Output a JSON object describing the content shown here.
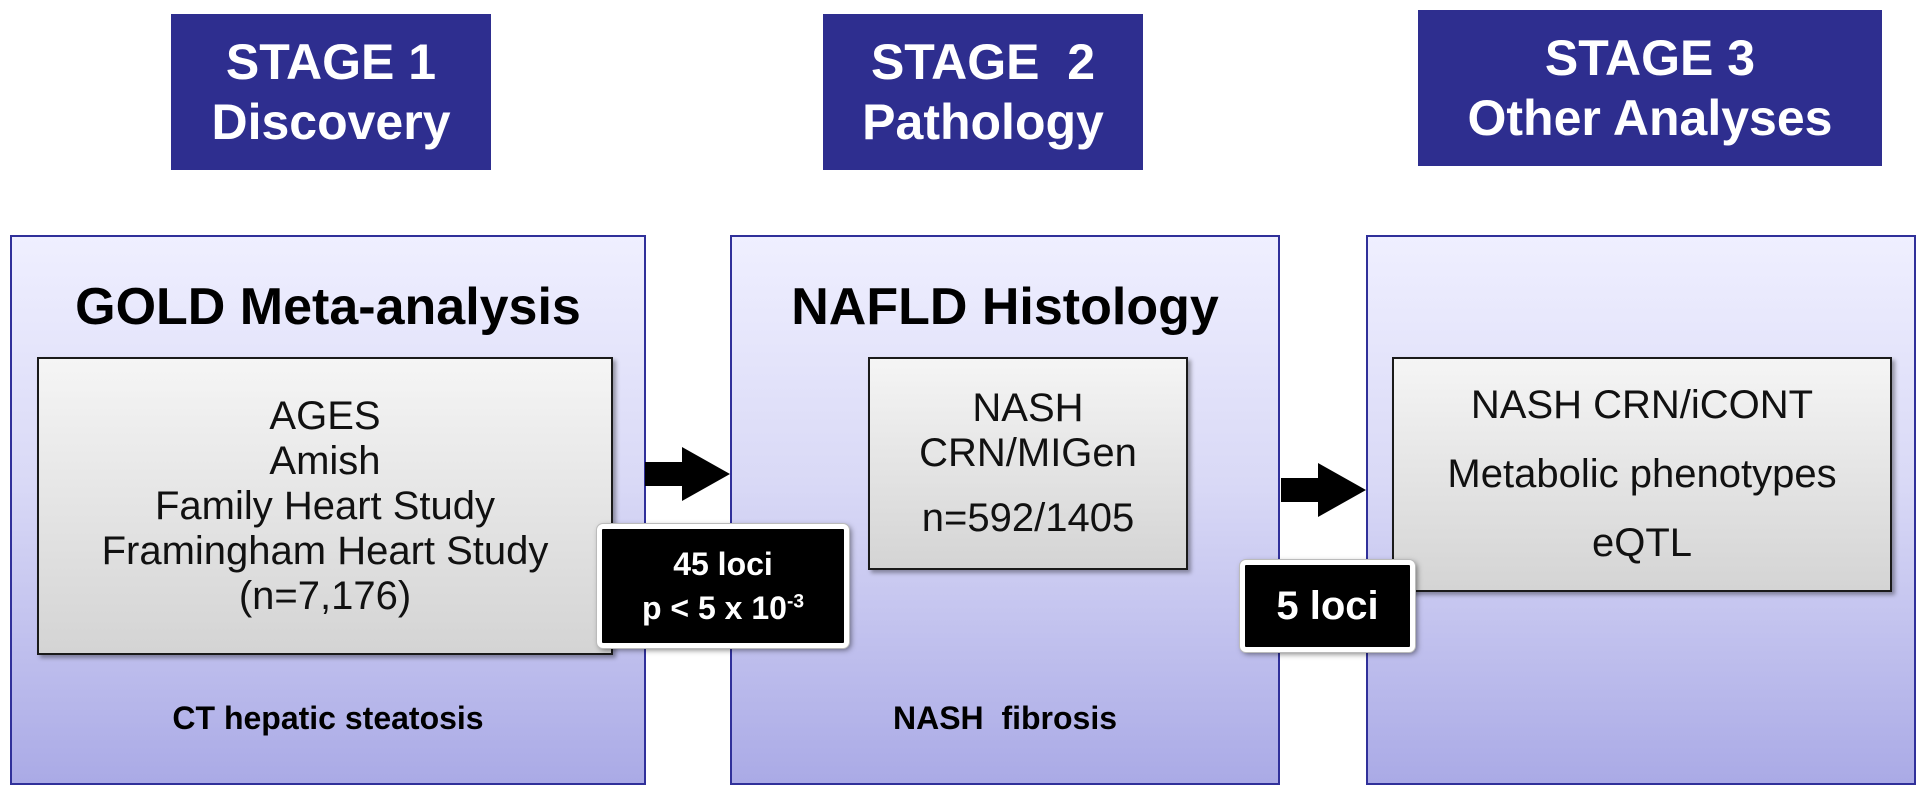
{
  "stages": [
    {
      "number": "STAGE 1",
      "name": "Discovery"
    },
    {
      "number": "STAGE  2",
      "name": "Pathology"
    },
    {
      "number": "STAGE 3",
      "name": "Other Analyses"
    }
  ],
  "panels": [
    {
      "title": "GOLD Meta-analysis",
      "items": [
        "AGES",
        "Amish",
        "Family Heart Study",
        "Framingham Heart Study",
        "(n=7,176)"
      ],
      "footer": "CT hepatic steatosis"
    },
    {
      "title": "NAFLD Histology",
      "items": [
        "NASH",
        "CRN/MIGen",
        "n=592/1405"
      ],
      "footer": "NASH  fibrosis"
    },
    {
      "title": "",
      "items": [
        "NASH CRN/iCONT",
        "Metabolic phenotypes",
        "eQTL"
      ],
      "footer": ""
    }
  ],
  "badges": {
    "first": {
      "line1": "45 loci",
      "line2_prefix": "p < 5 x 10",
      "line2_exponent": "-3"
    },
    "second": {
      "text": "5 loci"
    }
  },
  "colors": {
    "header_bg": "#2e2e8f",
    "header_text": "#ffffff",
    "panel_border": "#30309a",
    "badge_bg": "#000000"
  }
}
